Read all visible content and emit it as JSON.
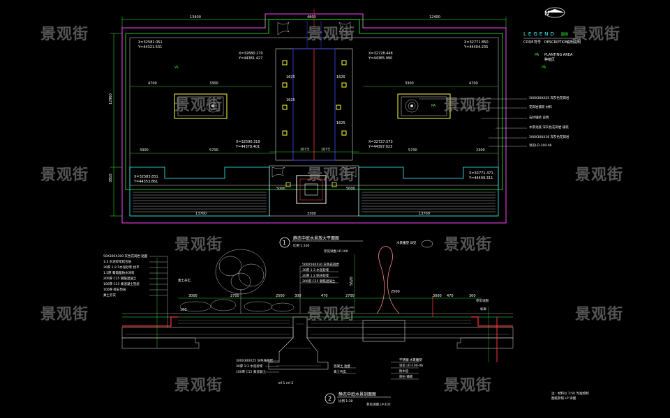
{
  "drawing": {
    "watermark": "景观街",
    "legend": {
      "title": "LEGEND",
      "title_cn": "图例",
      "col_code": "CODE",
      "col_code_cn": "符号",
      "col_desc": "DESCRIPTION",
      "col_desc_cn": "说明说明",
      "entries": [
        {
          "code": "PA",
          "desc": "PLANTING AREA",
          "desc_cn": "种植区"
        },
        {
          "code": "PA",
          "desc": "",
          "desc_cn": ""
        }
      ]
    },
    "north_arrow_letter": "N",
    "plan": {
      "top_dims": [
        "13400",
        "4800",
        "12400"
      ],
      "left_dims": [
        "12960",
        "3810"
      ],
      "coords_left_top": [
        "X=32582.051",
        "Y=44321.531"
      ],
      "coords_right_top": [
        "X=32771.850",
        "Y=44404.235"
      ],
      "coords_center_left": [
        "X=32680.270",
        "Y=44381.427"
      ],
      "coords_center_right": [
        "X=32728.448",
        "Y=44385.990"
      ],
      "coords_lower_left": [
        "X=32590.319",
        "Y=44378.401"
      ],
      "coords_lower_right": [
        "X=32727.573",
        "Y=44397.023"
      ],
      "coords_bottom_left": [
        "X=32583.831",
        "Y=44353.861"
      ],
      "coords_bottom_right": [
        "X=32771.471",
        "Y=44409.311"
      ],
      "left_box_dims": [
        "4700",
        "3300",
        "3300",
        "5700"
      ],
      "right_box_dims": [
        "3300",
        "4700",
        "5700",
        "2300"
      ],
      "center_dims": [
        "1073",
        "1073",
        "1625",
        "1625",
        "1625",
        "1625"
      ],
      "bottom_dims": [
        "13700",
        "13700",
        "3300",
        "5000",
        "5000"
      ],
      "vl_label": "VL",
      "pa_label": "PA",
      "right_notes": [
        "300X300X25 深灰色花岗岩",
        "花岗岩铺装 材料",
        "石材铺装 说明",
        "水景池底 深灰色花岗岩 铺装",
        "300X300X18 深灰色花岗岩",
        "详见LD-100-06"
      ]
    },
    "title1": {
      "num": "1",
      "text": "静态中庭水景放大平面图",
      "scale": "比例 1:100",
      "ref": "参见详图 LP-100"
    },
    "section": {
      "left_notes": [
        "50X300X300 灰色花岗岩 贴面",
        "1:3 水泥砂浆结合层",
        "30厚 1:2.5水泥砂浆 找平",
        "1.5厚 聚氨酯防水涂料",
        "200厚 C25 钢筋混凝土",
        "100厚 C15 素混凝土垫层",
        "100厚 碎石垫层",
        "素土夯实"
      ],
      "center_notes": [
        "500X500X30 灰色花岗岩",
        "30厚 1:3 水泥砂浆",
        "20厚 1:2 防水砂浆",
        "200厚 C25 钢筋混凝土",
        "素土夯实"
      ],
      "low_notes": [
        "300X300X25 灰色花岗岩",
        "30厚 1:3 水泥砂浆",
        "100厚 C15 素混凝土"
      ],
      "right_notes": [
        "不锈钢 水景雕塑",
        "详见 LD-100-06",
        "防水层",
        "卵石 铺底",
        "混凝土 池壁",
        "素土夯实"
      ],
      "dims": [
        "3000",
        "2700",
        "2500",
        "2700",
        "3000",
        "300",
        "100",
        "470",
        "470",
        "300",
        "5620",
        "2500"
      ],
      "callout_top": "水景雕塑 详见",
      "callout_right": "参见详图",
      "ref_left": "ref 1 ref 2",
      "level_right": "标高"
    },
    "title2": {
      "num": "2",
      "text": "静态中庭水景剖面图",
      "scale": "比例 1:30",
      "ref": "参见详图 LP-102"
    },
    "footnote": [
      "注：材料以 1:50 为准绘制",
      "图纸参照 LP 详图"
    ]
  }
}
